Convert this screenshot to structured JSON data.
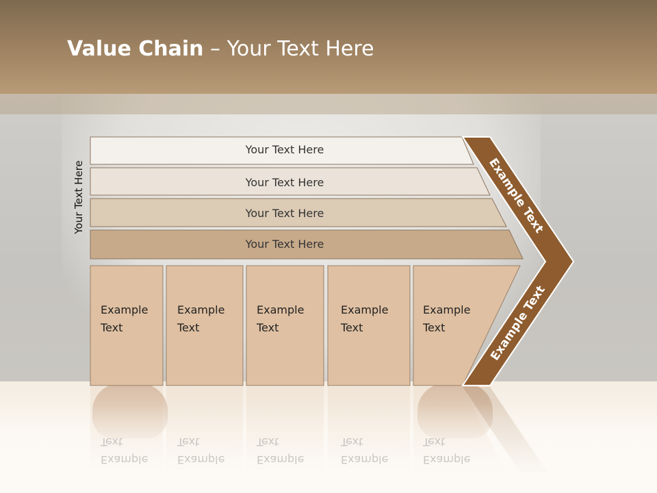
{
  "slide": {
    "title_bold": "Value Chain",
    "title_rest": " – Your Text Here"
  },
  "diagram": {
    "side_label": "Your Text Here",
    "rows": [
      "Your Text Here",
      "Your Text Here",
      "Your Text Here",
      "Your Text Here"
    ],
    "columns": [
      "Example\nText",
      "Example\nText",
      "Example\nText",
      "Example\nText",
      "Example\nText"
    ],
    "arrow_upper": "Example Text",
    "arrow_lower": "Example Text"
  },
  "colors": {
    "row_1": "#f4f1ec",
    "row_2": "#ebe3d9",
    "row_3": "#dccbb5",
    "row_4": "#c7aa8a",
    "column": "#dfc0a2",
    "arrow": "#8e5c2e",
    "title_band": "#a08463"
  }
}
